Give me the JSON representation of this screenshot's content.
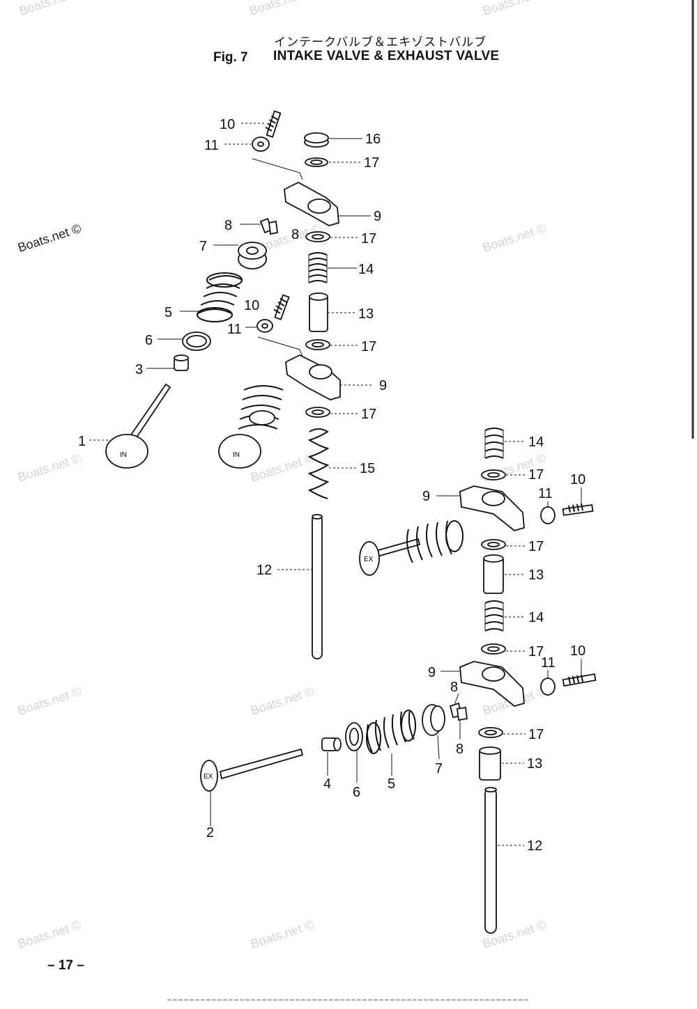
{
  "header": {
    "title_jp": "インテークバルブ＆エキゾストバルブ",
    "fig_label": "Fig. 7",
    "title_en": "INTAKE VALVE & EXHAUST VALVE"
  },
  "footer": {
    "page_number": "– 17 –"
  },
  "watermark": {
    "text": "Boats.net ©",
    "highlighted_text": "Boats.net ©"
  },
  "callouts": {
    "c1": "1",
    "c2": "2",
    "c3": "3",
    "c4": "4",
    "c5a": "5",
    "c5b": "5",
    "c6a": "6",
    "c6b": "6",
    "c7a": "7",
    "c7b": "7",
    "c8a": "8",
    "c8b": "8",
    "c8c": "8",
    "c8d": "8",
    "c9a": "9",
    "c9b": "9",
    "c9c": "9",
    "c9d": "9",
    "c10a": "10",
    "c10b": "10",
    "c10c": "10",
    "c10d": "10",
    "c11a": "11",
    "c11b": "11",
    "c11c": "11",
    "c11d": "11",
    "c12a": "12",
    "c12b": "12",
    "c13a": "13",
    "c13b": "13",
    "c13c": "13",
    "c14a": "14",
    "c14b": "14",
    "c14c": "14",
    "c15": "15",
    "c16": "16",
    "c17a": "17",
    "c17b": "17",
    "c17c": "17",
    "c17d": "17",
    "c17e": "17",
    "c17f": "17",
    "c17g": "17",
    "c17h": "17"
  },
  "valve_markings": {
    "intake": "IN",
    "exhaust": "EX"
  }
}
